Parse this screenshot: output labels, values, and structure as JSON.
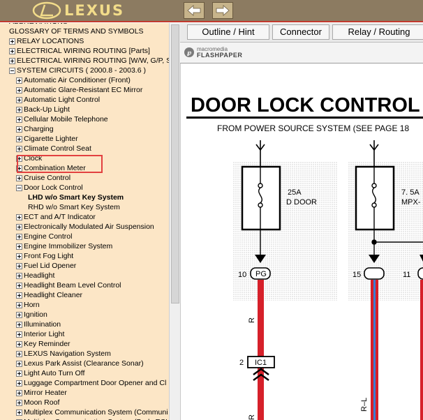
{
  "header": {
    "logo_text": "LEXUS"
  },
  "tree": {
    "items": [
      {
        "label": "ABBREVIATIONS",
        "expander": "none",
        "indent": 0
      },
      {
        "label": "GLOSSARY OF TERMS AND SYMBOLS",
        "expander": "none",
        "indent": 0
      },
      {
        "label": "RELAY LOCATIONS",
        "expander": "plus",
        "indent": 0
      },
      {
        "label": "ELECTRICAL WIRING ROUTING [Parts]",
        "expander": "plus",
        "indent": 0
      },
      {
        "label": "ELECTRICAL WIRING ROUTING [W/W, G/P, S/",
        "expander": "plus",
        "indent": 0
      },
      {
        "label": "SYSTEM CIRCUITS ( 2000.8 - 2003.6 )",
        "expander": "minus",
        "indent": 0
      },
      {
        "label": "Automatic Air Conditioner (Front)",
        "expander": "plus",
        "indent": 1
      },
      {
        "label": "Automatic Glare-Resistant EC Mirror",
        "expander": "plus",
        "indent": 1
      },
      {
        "label": "Automatic Light Control",
        "expander": "plus",
        "indent": 1
      },
      {
        "label": "Back-Up Light",
        "expander": "plus",
        "indent": 1
      },
      {
        "label": "Cellular Mobile Telephone",
        "expander": "plus",
        "indent": 1
      },
      {
        "label": "Charging",
        "expander": "plus",
        "indent": 1
      },
      {
        "label": "Cigarette Lighter",
        "expander": "plus",
        "indent": 1
      },
      {
        "label": "Climate Control Seat",
        "expander": "plus",
        "indent": 1
      },
      {
        "label": "Clock",
        "expander": "plus",
        "indent": 1
      },
      {
        "label": "Combination Meter",
        "expander": "plus",
        "indent": 1
      },
      {
        "label": "Cruise Control",
        "expander": "plus",
        "indent": 1
      },
      {
        "label": "Door Lock Control",
        "expander": "minus",
        "indent": 1
      },
      {
        "label": "LHD w/o Smart Key System",
        "expander": "none",
        "indent": 2,
        "bold": true
      },
      {
        "label": "RHD w/o Smart Key System",
        "expander": "none",
        "indent": 2
      },
      {
        "label": "ECT and A/T Indicator",
        "expander": "plus",
        "indent": 1
      },
      {
        "label": "Electronically Modulated Air Suspension",
        "expander": "plus",
        "indent": 1
      },
      {
        "label": "Engine Control",
        "expander": "plus",
        "indent": 1
      },
      {
        "label": "Engine Immobilizer System",
        "expander": "plus",
        "indent": 1
      },
      {
        "label": "Front Fog Light",
        "expander": "plus",
        "indent": 1
      },
      {
        "label": "Fuel Lid Opener",
        "expander": "plus",
        "indent": 1
      },
      {
        "label": "Headlight",
        "expander": "plus",
        "indent": 1
      },
      {
        "label": "Headlight Beam Level Control",
        "expander": "plus",
        "indent": 1
      },
      {
        "label": "Headlight Cleaner",
        "expander": "plus",
        "indent": 1
      },
      {
        "label": "Horn",
        "expander": "plus",
        "indent": 1
      },
      {
        "label": "Ignition",
        "expander": "plus",
        "indent": 1
      },
      {
        "label": "Illumination",
        "expander": "plus",
        "indent": 1
      },
      {
        "label": "Interior Light",
        "expander": "plus",
        "indent": 1
      },
      {
        "label": "Key Reminder",
        "expander": "plus",
        "indent": 1
      },
      {
        "label": "LEXUS Navigation System",
        "expander": "plus",
        "indent": 1
      },
      {
        "label": "Lexus Park Assist (Clearance Sonar)",
        "expander": "plus",
        "indent": 1
      },
      {
        "label": "Light Auto Turn Off",
        "expander": "plus",
        "indent": 1
      },
      {
        "label": "Luggage Compartment Door Opener and Cl",
        "expander": "plus",
        "indent": 1
      },
      {
        "label": "Mirror Heater",
        "expander": "plus",
        "indent": 1
      },
      {
        "label": "Moon Roof",
        "expander": "plus",
        "indent": 1
      },
      {
        "label": "Multiplex Communication System (Communi",
        "expander": "plus",
        "indent": 1
      },
      {
        "label": "Multiplex Communication System (Body ECU",
        "expander": "plus",
        "indent": 1
      }
    ]
  },
  "tabs": [
    {
      "label": "Outline / Hint"
    },
    {
      "label": "Connector"
    },
    {
      "label": "Relay / Routing"
    }
  ],
  "flashpaper": {
    "line1": "macromedia",
    "line2": "FLASHPAPER"
  },
  "document": {
    "title": "DOOR LOCK CONTROL",
    "subtitle": "FROM POWER SOURCE SYSTEM (SEE PAGE 18",
    "fuse1": {
      "rating": "25A",
      "name": "D DOOR"
    },
    "fuse2": {
      "rating": "7. 5A",
      "name": "MPX-"
    },
    "pin_pg": {
      "number": "10",
      "code": "PG"
    },
    "pin_15": {
      "number": "15"
    },
    "pin_11": {
      "number": "11"
    },
    "wire_r": "R",
    "wire_rl": "R–L",
    "wire_r_lower": "R",
    "connector_ic1": {
      "number": "2",
      "code": "IC1"
    }
  },
  "colors": {
    "header_bg": "#8c7b61",
    "header_rule": "#c23a2e",
    "logo_text": "#f2dc8a",
    "tree_bg": "#fce6c6",
    "highlight": "#e24040",
    "wire_red": "#d6202a",
    "wire_blue": "#3a7fd4"
  }
}
